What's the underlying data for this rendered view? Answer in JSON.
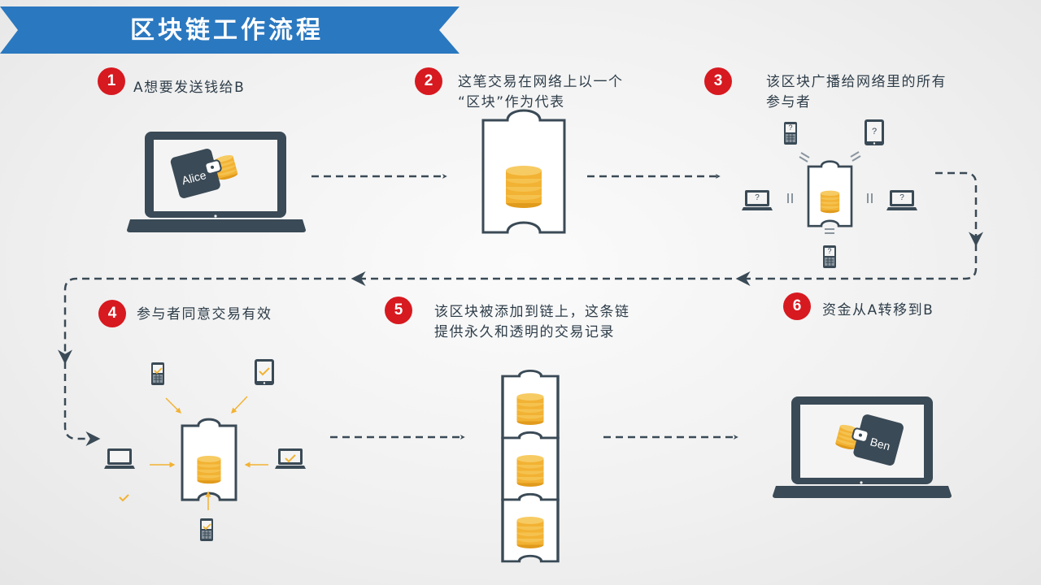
{
  "title": "区块链工作流程",
  "steps": [
    {
      "number": "1",
      "lines": [
        "A想要发送钱给B"
      ]
    },
    {
      "number": "2",
      "lines": [
        "这笔交易在网络上以一个",
        "“区块”作为代表"
      ]
    },
    {
      "number": "3",
      "lines": [
        "该区块广播给网络里的所有",
        "参与者"
      ]
    },
    {
      "number": "4",
      "lines": [
        "参与者同意交易有效"
      ]
    },
    {
      "number": "5",
      "lines": [
        "该区块被添加到链上，这条链",
        "提供永久和透明的交易记录"
      ]
    },
    {
      "number": "6",
      "lines": [
        "资金从A转移到B"
      ]
    }
  ],
  "wallets": {
    "sender": "Alice",
    "receiver": "Ben"
  },
  "icons": {
    "unknown_mark": "?"
  },
  "colors": {
    "banner": "#2a78c0",
    "accent_red": "#d71920",
    "dark": "#2e3d49",
    "coin": "#f2b233",
    "arrow": "#3a4a56"
  }
}
